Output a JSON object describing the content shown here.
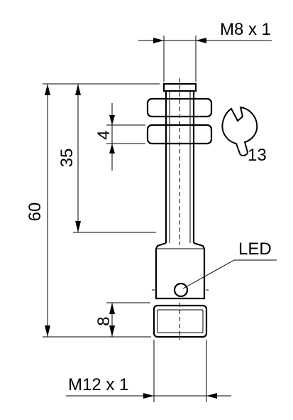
{
  "labels": {
    "thread_top": "M8 x 1",
    "thread_bottom": "M12 x 1",
    "dim_total": "60",
    "dim_thread": "35",
    "dim_nut": "4",
    "dim_base": "8",
    "led": "LED",
    "wrench_size": "13"
  },
  "icons": {
    "wrench": "wrench-icon"
  }
}
